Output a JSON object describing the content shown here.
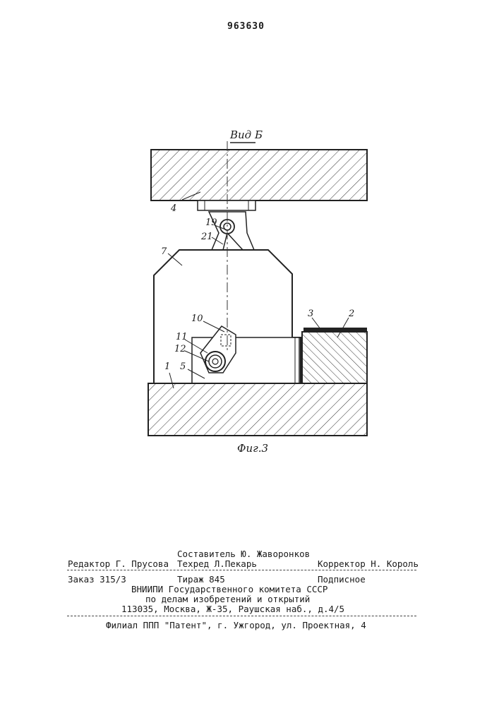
{
  "document": {
    "patent_number": "963630"
  },
  "drawing": {
    "view_label": "Вид Б",
    "figure_label": "Фиг.3",
    "part_labels": [
      "4",
      "19",
      "21",
      "7",
      "10",
      "11",
      "12",
      "5",
      "1",
      "3",
      "2"
    ]
  },
  "footer": {
    "compiler": "Составитель Ю. Жаворонков",
    "editor": "Редактор Г. Прусова",
    "techred": "Техред Л.Пекарь",
    "corrector": "Корректор Н. Король",
    "order": "Заказ 315/3",
    "circulation": "Тираж 845",
    "subscription": "Подписное",
    "org_line1": "ВНИИПИ Государственного комитета СССР",
    "org_line2": "по делам изобретений и открытий",
    "address": "113035, Москва, Ж-35, Раушская наб., д.4/5",
    "branch": "Филиал ППП \"Патент\", г. Ужгород, ул. Проектная, 4"
  }
}
